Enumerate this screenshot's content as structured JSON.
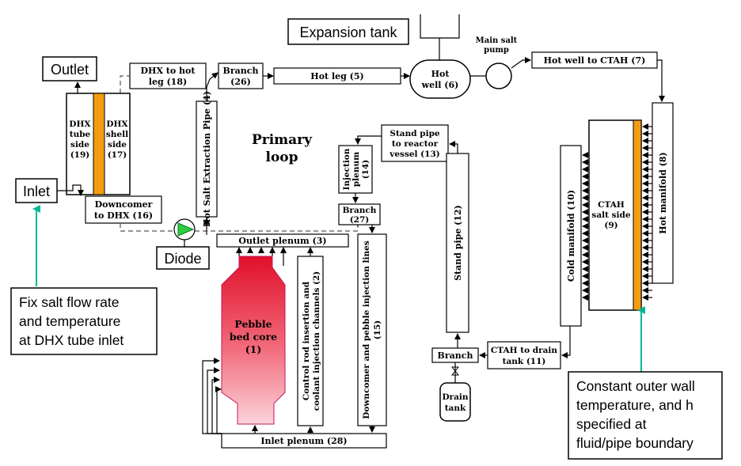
{
  "callouts": {
    "expansion_tank": "Expansion tank",
    "outlet": "Outlet",
    "inlet": "Inlet",
    "diode": "Diode",
    "fix_salt": [
      "Fix salt flow rate",
      "and temperature",
      "at DHX tube inlet"
    ],
    "constant_wall": [
      "Constant outer wall",
      "temperature, and h",
      "specified at",
      "fluid/pipe boundary"
    ]
  },
  "labels": {
    "primary_loop": [
      "Primary",
      "loop"
    ],
    "dhx_to_hot_leg": [
      "DHX to hot",
      "leg (18)"
    ],
    "branch_26": [
      "Branch",
      "(26)"
    ],
    "hot_leg": "Hot leg (5)",
    "hot_well": [
      "Hot",
      "well (6)"
    ],
    "main_salt_pump": [
      "Main salt",
      "pump"
    ],
    "hot_well_to_ctah": "Hot well to CTAH (7)",
    "dhx_tube_side": [
      "DHX",
      "tube",
      "side",
      "(19)"
    ],
    "dhx_shell_side": [
      "DHX",
      "shell",
      "side",
      "(17)"
    ],
    "downcomer_to_dhx": [
      "Downcomer",
      "to DHX (16)"
    ],
    "hot_salt_extraction": "Hot Salt Extraction Pipe (4)",
    "outlet_plenum": "Outlet plenum (3)",
    "pebble_bed": [
      "Pebble",
      "bed core",
      "(1)"
    ],
    "control_rod": [
      "Control rod insertion and",
      "coolant injection channels (2)"
    ],
    "injection_plenum": [
      "Injection",
      "plenum",
      "(14)"
    ],
    "branch_27": [
      "Branch",
      "(27)"
    ],
    "stand_pipe_to_reactor": [
      "Stand pipe",
      "to reactor",
      "vessel (13)"
    ],
    "stand_pipe": "Stand pipe (12)",
    "downcomer_pebble": [
      "Downcomer and pebble injection lines",
      "(15)"
    ],
    "branch": "Branch",
    "drain_tank": [
      "Drain",
      "tank"
    ],
    "ctah_to_drain": [
      "CTAH to drain",
      "tank (11)"
    ],
    "cold_manifold": "Cold manifold (10)",
    "ctah_salt_side": [
      "CTAH",
      "salt side",
      "(9)"
    ],
    "hot_manifold": "Hot manifold (8)",
    "inlet_plenum": "Inlet plenum (28)"
  },
  "colors": {
    "accent_orange": "#f39c12",
    "callout_green": "#00b894",
    "core_red": "#e8323a"
  }
}
